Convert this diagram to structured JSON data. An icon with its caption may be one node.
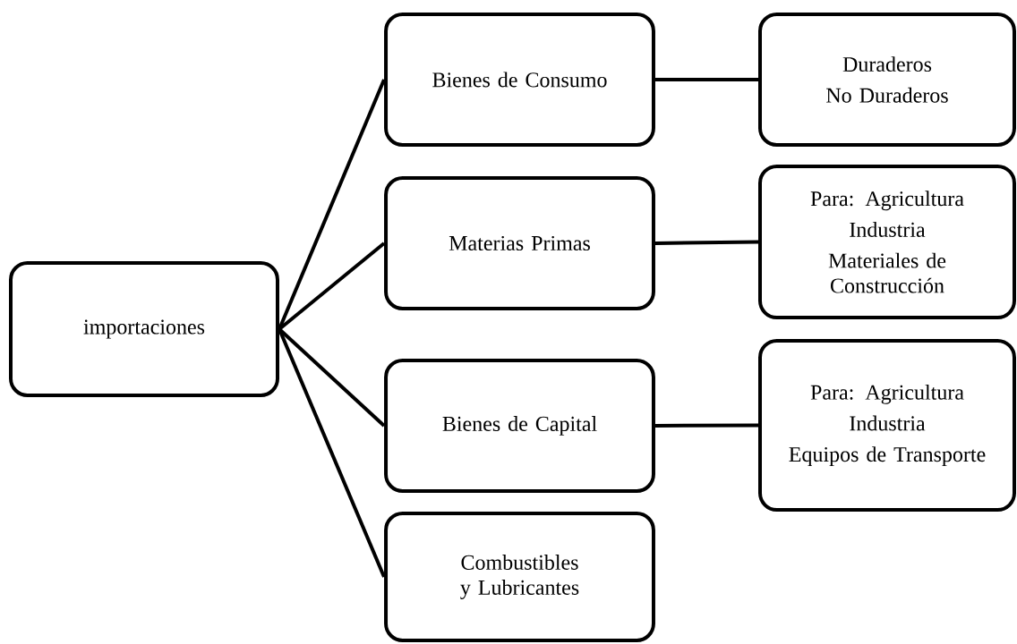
{
  "diagram": {
    "nodes": [
      {
        "text": [
          "importaciones"
        ]
      },
      {
        "text": [
          "Bienes de Consumo"
        ]
      },
      {
        "text": [
          "Materias Primas"
        ]
      },
      {
        "text": [
          "Bienes de Capital"
        ]
      },
      {
        "text": [
          "Combustibles y Lubricantes"
        ]
      },
      {
        "text": [
          "Duraderos",
          "No Duraderos"
        ]
      },
      {
        "text": [
          "Para: Agricultura",
          "Industria",
          "Materiales de Construcción"
        ]
      },
      {
        "text": [
          "Para: Agricultura",
          "Industria",
          "Equipos de Transporte"
        ]
      }
    ],
    "edges": [
      {
        "from": 0,
        "to": 1,
        "arrow": "none"
      },
      {
        "from": 0,
        "to": 2,
        "arrow": "none"
      },
      {
        "from": 0,
        "to": 3,
        "arrow": "none"
      },
      {
        "from": 0,
        "to": 4,
        "arrow": "none"
      },
      {
        "from": 1,
        "to": 5,
        "arrow": "none"
      },
      {
        "from": 2,
        "to": 6,
        "arrow": "none"
      },
      {
        "from": 3,
        "to": 7,
        "arrow": "none"
      }
    ]
  }
}
